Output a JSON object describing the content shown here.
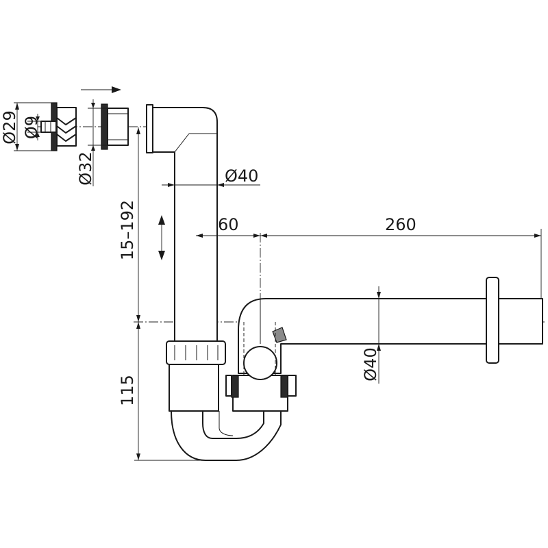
{
  "dimensions": {
    "dia_29": "Ø29",
    "dia_9": "Ø9",
    "dia_32": "Ø32",
    "dia_40_vertical_pipe": "Ø40",
    "dia_40_horizontal_pipe": "Ø40",
    "offset_60": "60",
    "length_260": "260",
    "height_range": "15–192",
    "height_115": "115"
  },
  "colors": {
    "line": "#1a1a1a",
    "seal": "#2a2a2a",
    "background": "#ffffff"
  }
}
